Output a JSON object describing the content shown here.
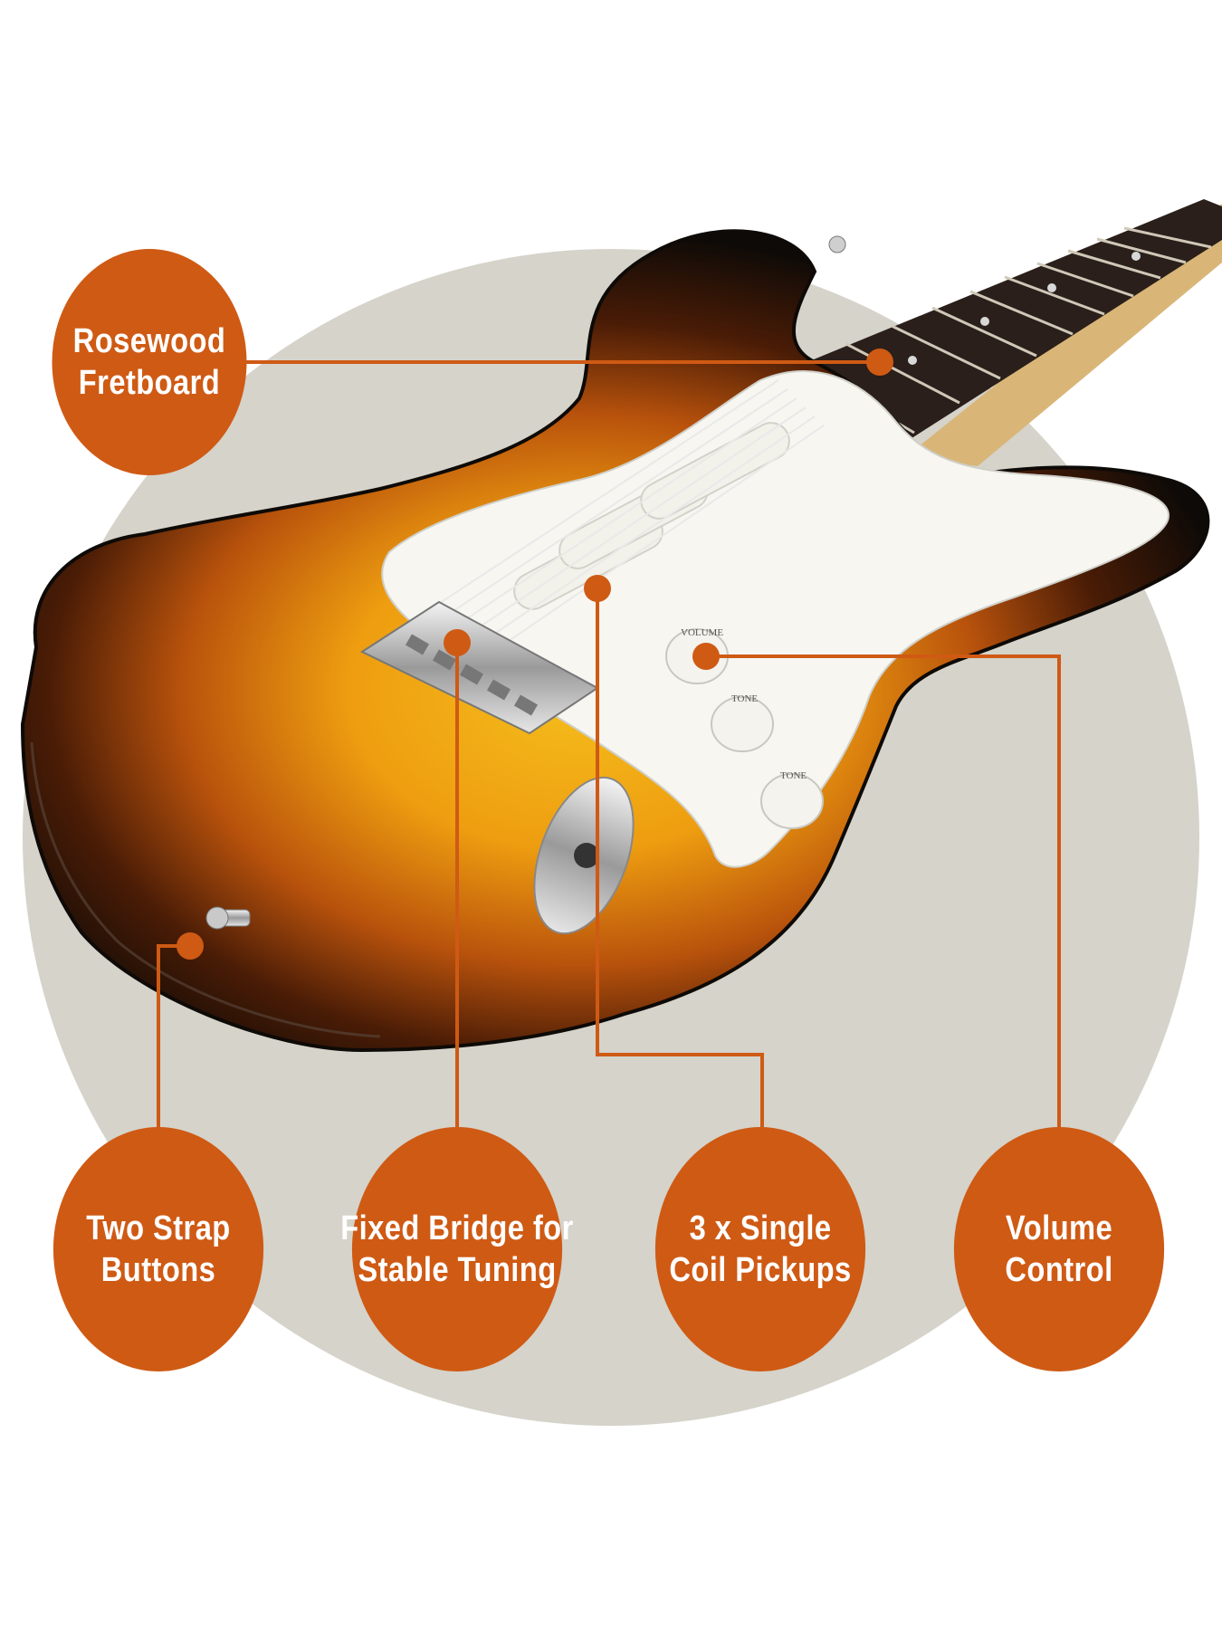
{
  "colors": {
    "accent": "#CF5A14",
    "backdrop": "#D5D3CA",
    "guitar_edge": "#0E0A07",
    "sunburst_center": "#F2B415",
    "pickguard": "#F7F6F1",
    "fretboard": "#2A1F1A",
    "maple": "#D9B678"
  },
  "callouts": [
    {
      "id": "rosewood-fretboard",
      "lines": [
        "Rosewood",
        "Fretboard"
      ]
    },
    {
      "id": "two-strap-buttons",
      "lines": [
        "Two Strap",
        "Buttons"
      ]
    },
    {
      "id": "fixed-bridge",
      "lines": [
        "Fixed Bridge for",
        "Stable Tuning"
      ]
    },
    {
      "id": "single-coil-pickups",
      "lines": [
        "3 x Single",
        "Coil Pickups"
      ]
    },
    {
      "id": "volume-control",
      "lines": [
        "Volume",
        "Control"
      ]
    }
  ],
  "knob_labels": {
    "volume": "VOLUME",
    "tone1": "TONE",
    "tone2": "TONE"
  }
}
